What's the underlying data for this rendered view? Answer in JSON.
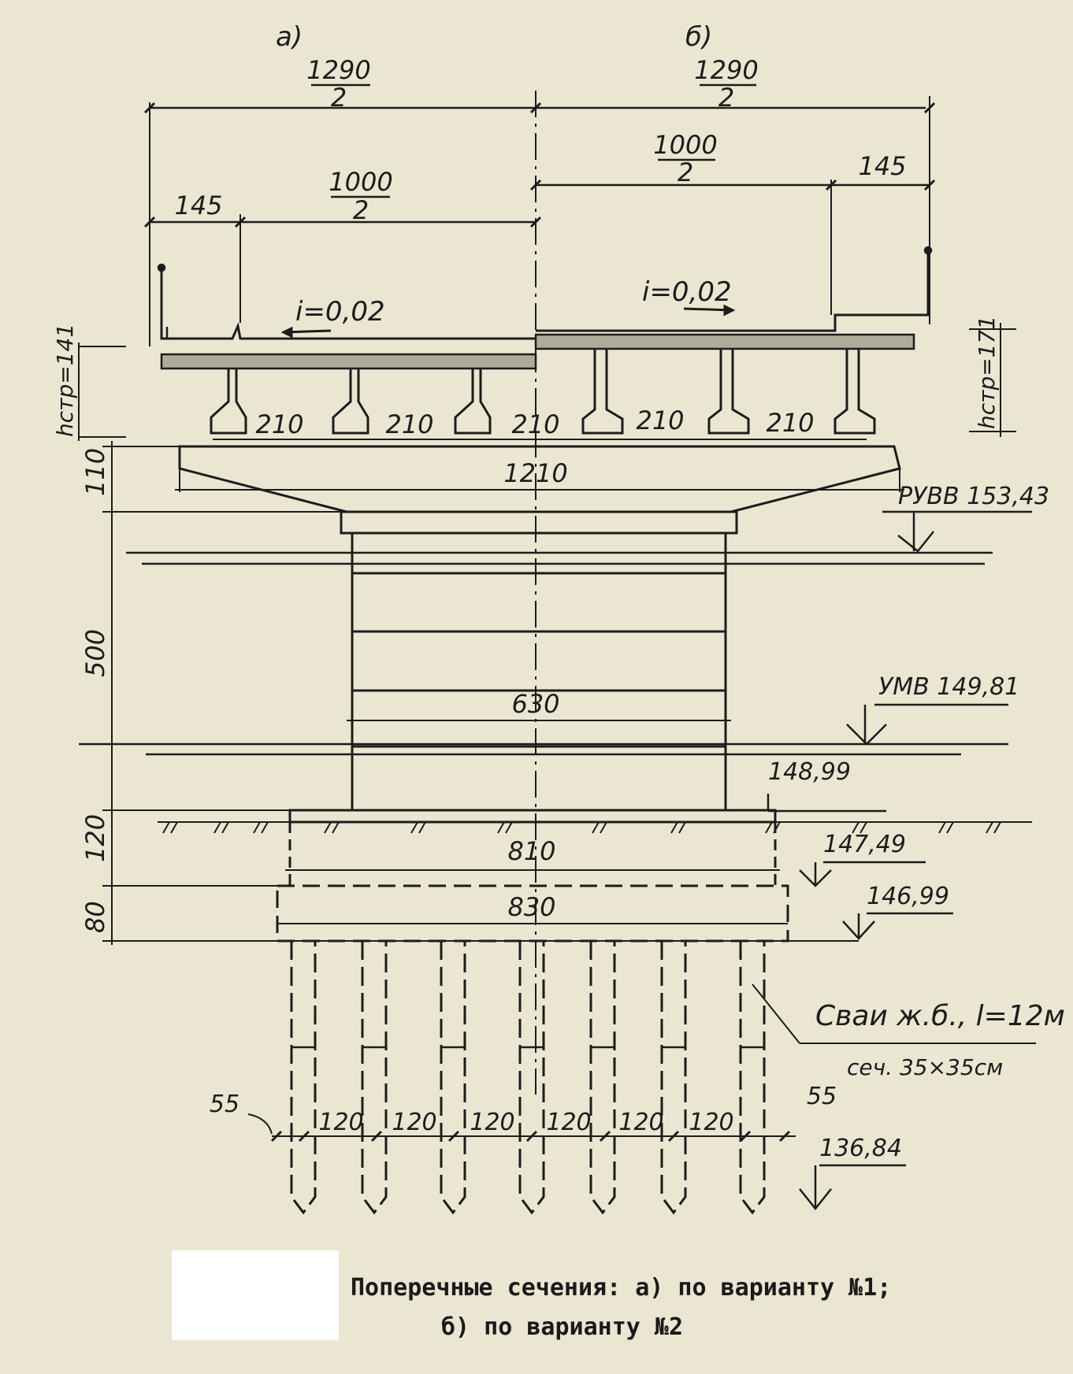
{
  "variant_labels": {
    "a": "а)",
    "b": "б)"
  },
  "dimensions": {
    "half_width_num": "1290",
    "half_width_den": "2",
    "roadway_num": "1000",
    "roadway_den": "2",
    "sidewalk": "145",
    "slope": "i=0,02",
    "h_a": "hстр=141",
    "h_b": "hстр=171",
    "beam_spacing": "210",
    "cap_width": "1210",
    "cap_height": "110",
    "column_height": "500",
    "column_width": "630",
    "footing_width": "810",
    "footing_height": "120",
    "grillage_width": "830",
    "grillage_height": "80",
    "pile_spacing": "120",
    "pile_edge": "55"
  },
  "levels": {
    "ruvv": "РУВВ 153,43",
    "umv": "УМВ 149,81",
    "l1": "148,99",
    "l2": "147,49",
    "l3": "146,99",
    "l4": "136,84"
  },
  "piles_note": {
    "line1": "Сваи ж.б., l=12м",
    "line2": "сеч. 35×35см"
  },
  "caption": {
    "line1": "Поперечные сечения: а) по варианту №1;",
    "line2": "б) по варианту №2"
  },
  "colors": {
    "paper": "#ebe6d2",
    "ink": "#1c1c1c"
  }
}
